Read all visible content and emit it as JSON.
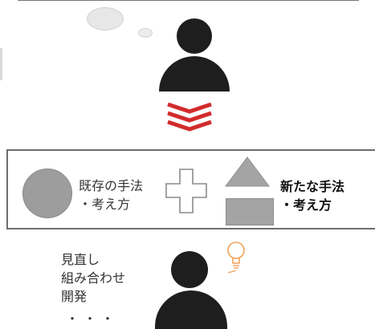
{
  "top_scene": {
    "thought": ""
  },
  "method_panel": {
    "existing_label_line1": "既存の手法",
    "existing_label_line2": "・考え方",
    "new_label_line1": "新たな手法",
    "new_label_line2": "・考え方"
  },
  "bottom_scene": {
    "actions": [
      "見直し",
      "組み合わせ",
      "開発"
    ],
    "ellipsis": "・・・"
  },
  "colors": {
    "person": "#1e1e1e",
    "arrow": "#d22b2b",
    "shape_gray": "#9d9d9d",
    "bulb": "#f0a35c"
  },
  "icons": {
    "top_person": "person-icon",
    "down_arrow": "triple-chevron-down-icon",
    "plus": "plus-icon",
    "bottom_person": "person-icon",
    "idea": "lightbulb-icon"
  }
}
